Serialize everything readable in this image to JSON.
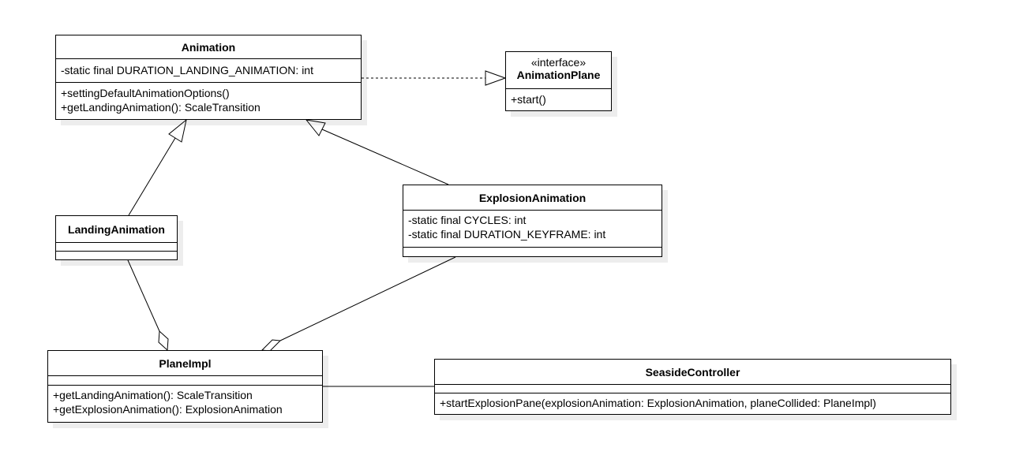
{
  "classes": {
    "animation": {
      "name": "Animation",
      "attributes": [
        "-static final DURATION_LANDING_ANIMATION: int"
      ],
      "methods": [
        "+settingDefaultAnimationOptions()",
        "+getLandingAnimation(): ScaleTransition"
      ]
    },
    "animation_plane": {
      "stereotype": "«interface»",
      "name": "AnimationPlane",
      "methods": [
        "+start()"
      ]
    },
    "landing_animation": {
      "name": "LandingAnimation"
    },
    "explosion_animation": {
      "name": "ExplosionAnimation",
      "attributes": [
        "-static final CYCLES: int",
        "-static final DURATION_KEYFRAME: int"
      ]
    },
    "plane_impl": {
      "name": "PlaneImpl",
      "methods": [
        "+getLandingAnimation(): ScaleTransition",
        "+getExplosionAnimation(): ExplosionAnimation"
      ]
    },
    "seaside_controller": {
      "name": "SeasideController",
      "methods": [
        "+startExplosionPane(explosionAnimation: ExplosionAnimation, planeCollided: PlaneImpl)"
      ]
    }
  },
  "relations": [
    {
      "from": "animation",
      "to": "animation_plane",
      "type": "realization"
    },
    {
      "from": "landing_animation",
      "to": "animation",
      "type": "generalization"
    },
    {
      "from": "explosion_animation",
      "to": "animation",
      "type": "generalization"
    },
    {
      "from": "landing_animation",
      "to": "plane_impl",
      "type": "aggregation"
    },
    {
      "from": "explosion_animation",
      "to": "plane_impl",
      "type": "aggregation"
    },
    {
      "from": "plane_impl",
      "to": "seaside_controller",
      "type": "association"
    }
  ],
  "colors": {
    "line": "#000000",
    "fill": "#ffffff"
  }
}
